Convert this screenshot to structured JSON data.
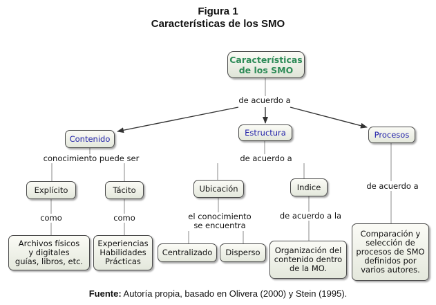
{
  "figure": {
    "number": "Figura 1",
    "title": "Características de los SMO"
  },
  "nodes": {
    "root": "Características\nde los SMO",
    "contenido": "Contenido",
    "estructura": "Estructura",
    "procesos": "Procesos",
    "explicito": "Explícito",
    "tacito": "Tácito",
    "ubicacion": "Ubicación",
    "indice": "Indice",
    "archivos": "Archivos físicos\ny digitales\nguías, libros, etc.",
    "experiencias": "Experiencias\nHabilidades\nPrácticas",
    "centralizado": "Centralizado",
    "disperso": "Disperso",
    "organizacion": "Organización del\ncontenido dentro\nde la MO.",
    "comparacion": "Comparación y\nselección de\nprocesos de SMO\ndefinidos por\nvarios autores."
  },
  "links": {
    "root_acuerdo": "de acuerdo a",
    "conocimiento_puede": "conocimiento puede ser",
    "estructura_acuerdo": "de acuerdo a",
    "procesos_acuerdo": "de acuerdo a",
    "explicito_como": "como",
    "tacito_como": "como",
    "ubicacion_conocimiento": "el conocimiento\nse encuentra",
    "indice_acuerdo": "de acuerdo a la"
  },
  "source": {
    "label": "Fuente:",
    "text": " Autoría propia, basado en Olivera (2000) y Stein (1995)."
  },
  "colors": {
    "root_text": "#2e8b57",
    "level1_text": "#1f1fa8",
    "line": "#333333"
  }
}
